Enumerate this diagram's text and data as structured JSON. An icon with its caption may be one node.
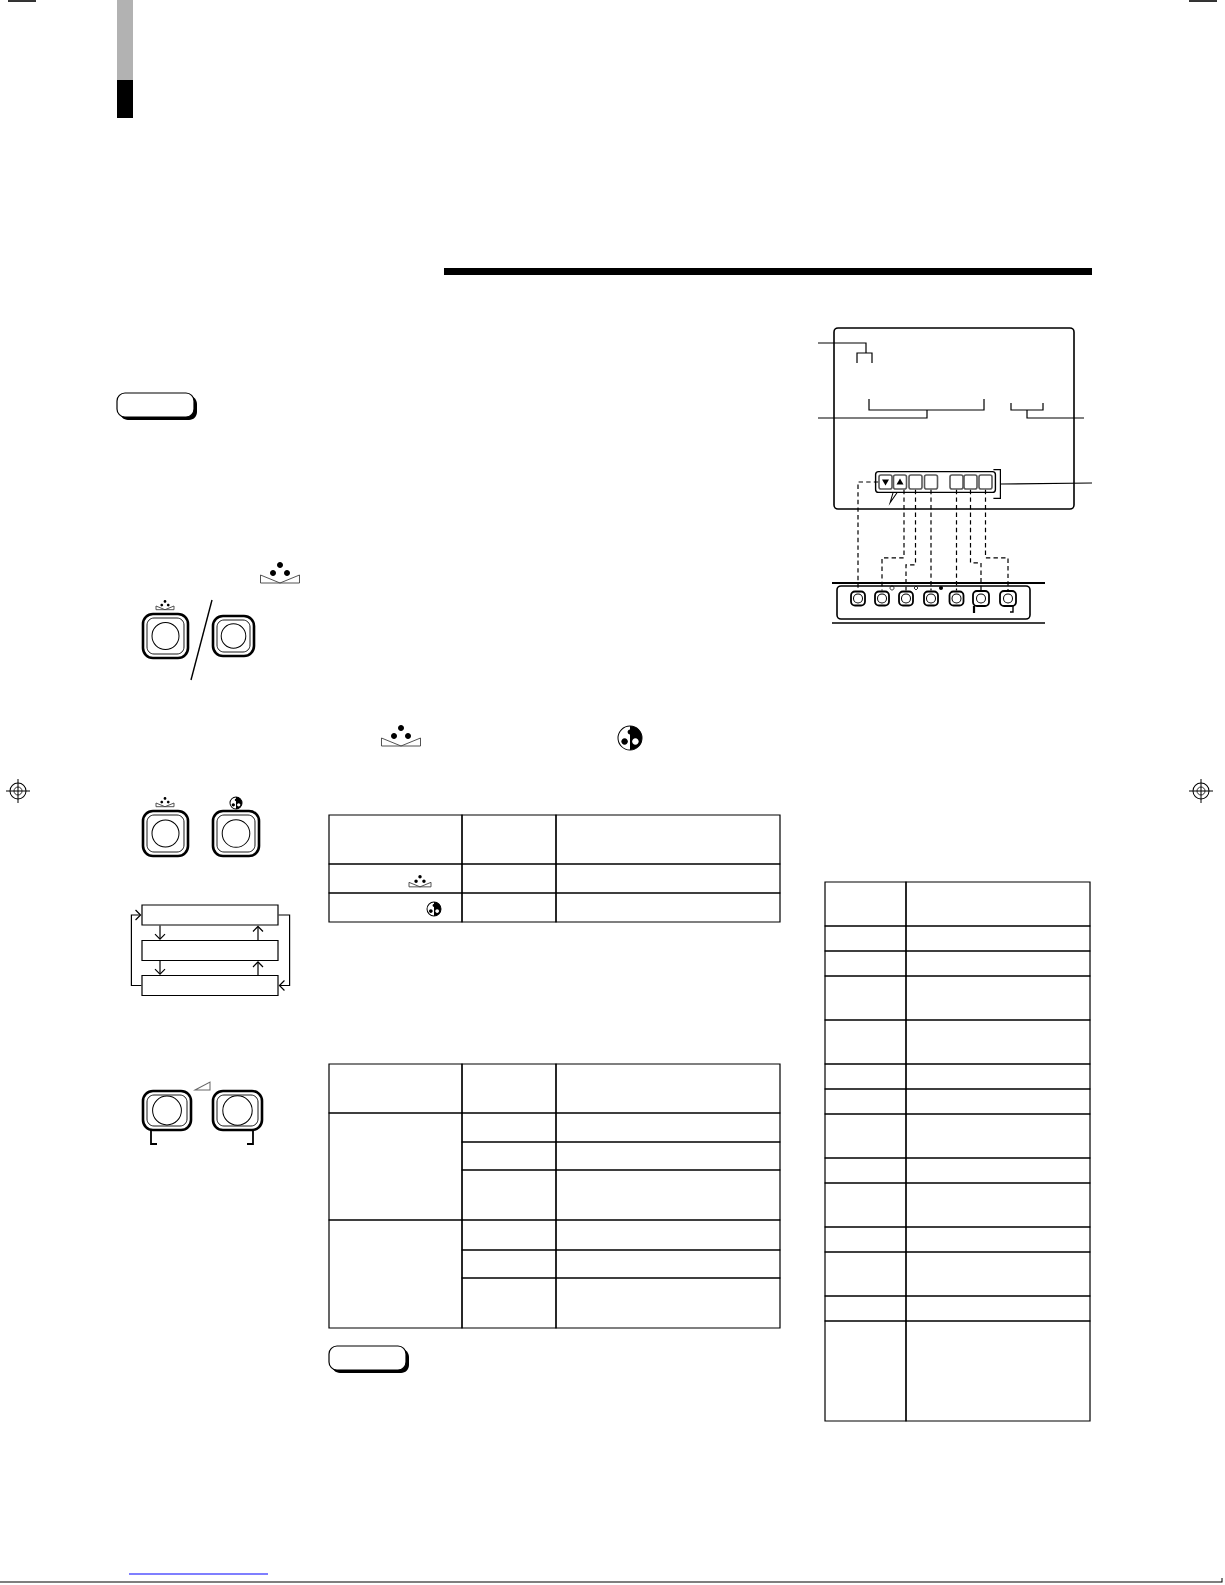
{
  "diagram": {
    "nodes": [
      {
        "text": [],
        "shape": "bar"
      },
      {
        "text": [],
        "shape": "box",
        "in": 0
      },
      {
        "text": [],
        "shape": "box",
        "in": 0
      },
      {
        "text": [],
        "shape": "box",
        "in": 0
      },
      {
        "text": [],
        "shape": "box",
        "in": 0
      },
      {
        "text": [],
        "shape": "box",
        "in": 0
      },
      {
        "text": [],
        "shape": "box",
        "in": 0
      },
      {
        "text": [],
        "shape": "box",
        "in": 0
      },
      {
        "text": [],
        "shape": "button"
      },
      {
        "text": [],
        "shape": "button"
      },
      {
        "text": [],
        "shape": "button"
      },
      {
        "text": [],
        "shape": "button"
      },
      {
        "text": [],
        "shape": "button"
      },
      {
        "text": [],
        "shape": "button"
      },
      {
        "text": [],
        "shape": "button"
      },
      {
        "text": [],
        "shape": "box"
      },
      {
        "text": [],
        "shape": "box"
      },
      {
        "text": [],
        "shape": "box"
      }
    ],
    "edges": [
      {
        "from": 1,
        "to": 8,
        "arrow": "none",
        "style": "dashed"
      },
      {
        "from": 2,
        "to": 9,
        "arrow": "none",
        "style": "dashed"
      },
      {
        "from": 3,
        "to": 10,
        "arrow": "none",
        "style": "dashed"
      },
      {
        "from": 4,
        "to": 11,
        "arrow": "none",
        "style": "dashed"
      },
      {
        "from": 5,
        "to": 12,
        "arrow": "none",
        "style": "dashed"
      },
      {
        "from": 6,
        "to": 13,
        "arrow": "none",
        "style": "dashed"
      },
      {
        "from": 7,
        "to": 14,
        "arrow": "none",
        "style": "dashed"
      },
      {
        "from": 15,
        "to": 16,
        "arrow": "to"
      },
      {
        "from": 16,
        "to": 17,
        "arrow": "to"
      },
      {
        "from": 17,
        "to": 16,
        "arrow": "to"
      },
      {
        "from": 16,
        "to": 15,
        "arrow": "to"
      },
      {
        "from": 15,
        "to": 17,
        "arrow": "to"
      },
      {
        "from": 17,
        "to": 15,
        "arrow": "to"
      },
      {
        "from": null,
        "to": 0,
        "arrow": "none"
      }
    ]
  }
}
